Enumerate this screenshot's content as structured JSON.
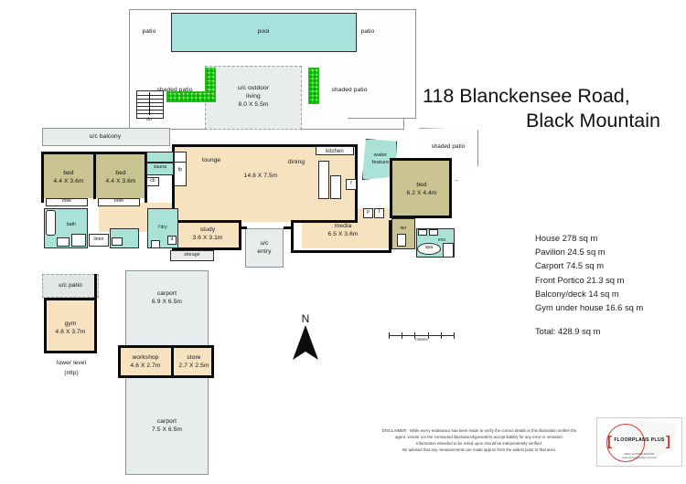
{
  "title": {
    "line1": "118 Blanckensee Road,",
    "line2": "Black Mountain"
  },
  "areas": {
    "items": [
      "House 278 sq m",
      "Pavilion 24.5 sq m",
      "Carport 74.5 sq m",
      "Front Portico 21.3 sq m",
      "Balcony/deck 14 sq m",
      "Gym under house 16.6 sq m"
    ],
    "total": "Total: 428.9 sq m"
  },
  "compass": {
    "label": "N"
  },
  "scale": {
    "caption": "metres",
    "ticks": [
      "0",
      "1",
      "2",
      "3",
      "4",
      "5"
    ]
  },
  "disclaimer": {
    "line1": "DISCLAIMER : While every endeavour has been made to verify the correct details in this illustration neither the",
    "line2": "agent, vendor nor the contracted illustrators/typesetters accept liability for any error or omission.",
    "line3": "Information intended to be relied upon should be independently verified.",
    "line4": "Be advised that any measurements are made approx from the widest point to that area."
  },
  "logo": {
    "name": "FLOORPLANS PLUS",
    "bracket_left": "[",
    "bracket_right": "]",
    "sub1": "REAL ESTATE ESTATE",
    "sub2": "www.floorplansplus.com.au"
  },
  "plan": {
    "outdoor": {
      "pool": "pool",
      "patio_left": "patio",
      "patio_right": "patio",
      "shaded_patio_left": "shaded patio",
      "shaded_patio_right": "shaded patio",
      "shaded_patio_east": "shaded patio",
      "outdoor_living_l1": "u/c outdoor",
      "outdoor_living_l2": "living",
      "outdoor_living_dim": "8.0 X 5.5m",
      "stairs_down": "dn"
    },
    "upper": {
      "balcony": "u/c balcony",
      "bed2": "bed",
      "bed2_dim": "4.4 X 3.6m",
      "bed3": "bed",
      "bed3_dim": "4.4 X 3.6m",
      "robe_left": "robe",
      "robe_right": "robe",
      "bath": "bath",
      "linen": "linen",
      "sauna": "sauna",
      "cb": "cb",
      "laundry": "l'dry",
      "d": "d",
      "w": "w",
      "fp_lounge": "fp",
      "fp_kitchen": "fp",
      "lounge": "lounge",
      "dining": "dining",
      "living_dim": "14.8 X 7.5m",
      "kitchen": "kitchen",
      "f_kitchen": "f",
      "p_media": "p",
      "f_media": "f",
      "water_feature_l1": "water",
      "water_feature_l2": "feature",
      "study": "study",
      "study_dim": "3.6 X 3.1m",
      "storage": "storage",
      "entry_l1": "u/c",
      "entry_l2": "entry",
      "media": "media",
      "media_dim": "6.5 X 3.6m",
      "master": "bed",
      "master_dim": "6.2 X 4.4m",
      "wir": "wir",
      "ens": "ens",
      "spa": "spa"
    },
    "lower": {
      "uc_patio": "u/c patio",
      "gym": "gym",
      "gym_dim": "4.6 X 3.7m",
      "level_l1": "lower level",
      "level_l2": "(ntlp)",
      "carport_top": "carport",
      "carport_top_dim": "6.9 X 6.5m",
      "workshop": "workshop",
      "workshop_dim": "4.6 X 2.7m",
      "store": "store",
      "store_dim": "2.7 X 2.5m",
      "carport_bottom": "carport",
      "carport_bottom_dim": "7.5 X 6.5m"
    }
  },
  "colors": {
    "living": "#f7e2c0",
    "bedroom": "#c9c491",
    "wet": "#a9e3d8",
    "pool": "#a8e2dc",
    "carport": "#e7eced",
    "wall": "#0a0a0a",
    "logo_red": "#d23a3a"
  }
}
